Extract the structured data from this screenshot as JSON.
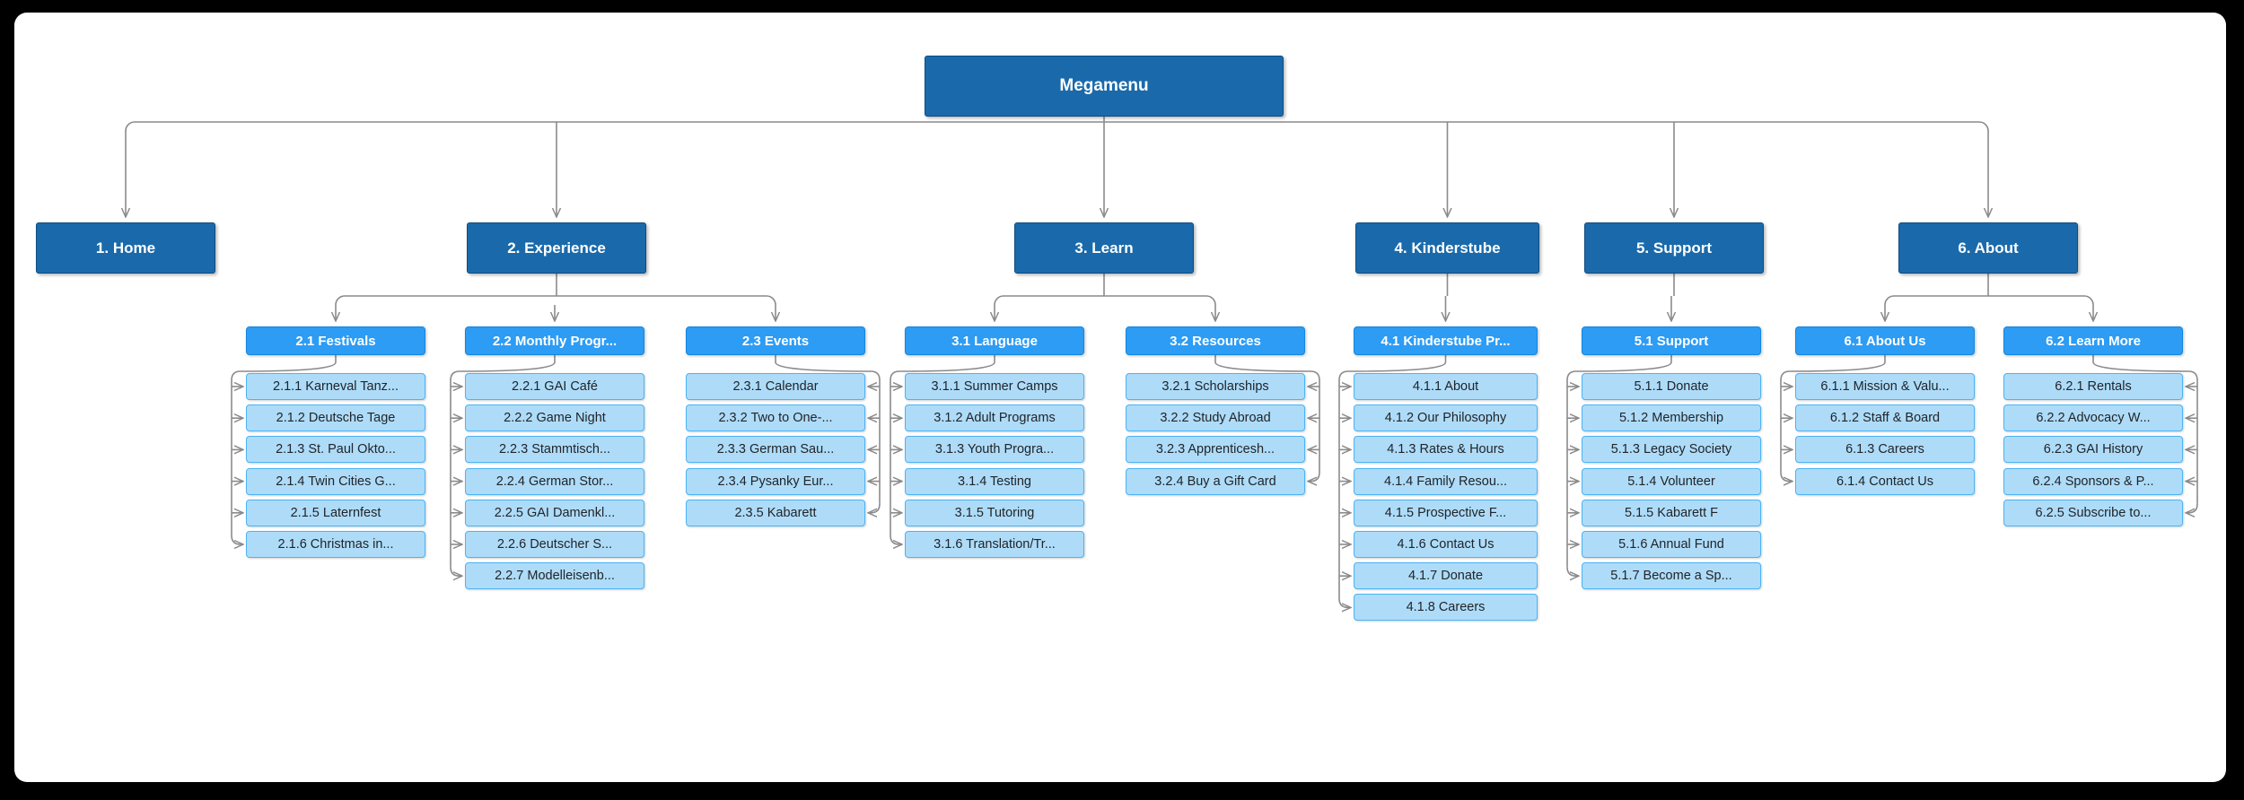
{
  "diagram": {
    "title": "Megamenu sitemap",
    "colors": {
      "background": "#000000",
      "paper": "#ffffff",
      "level0_fill": "#1A6AAB",
      "level0_stroke": "#0E4C80",
      "level1_fill": "#1A6AAB",
      "level2_fill": "#2C9CF5",
      "level2_stroke": "#1486E0",
      "leaf_fill": "#AEDCF8",
      "leaf_stroke": "#4BB3F7",
      "connector": "#8A8A8A",
      "level_text_light": "#FFFFFF",
      "leaf_text": "#21242A"
    }
  },
  "root": {
    "label": "Megamenu"
  },
  "sections": [
    {
      "label": "1. Home",
      "groups": []
    },
    {
      "label": "2. Experience",
      "groups": [
        {
          "label": "2.1 Festivals",
          "items": [
            "2.1.1 Karneval Tanz...",
            "2.1.2 Deutsche Tage",
            "2.1.3 St. Paul Okto...",
            "2.1.4 Twin Cities G...",
            "2.1.5 Laternfest",
            "2.1.6 Christmas in..."
          ]
        },
        {
          "label": "2.2 Monthly Progr...",
          "items": [
            "2.2.1 GAI Café",
            "2.2.2 Game Night",
            "2.2.3 Stammtisch...",
            "2.2.4 German Stor...",
            "2.2.5 GAI Damenkl...",
            "2.2.6 Deutscher S...",
            "2.2.7 Modelleisenb..."
          ]
        },
        {
          "label": "2.3 Events",
          "items": [
            "2.3.1 Calendar",
            "2.3.2 Two to One-...",
            "2.3.3 German Sau...",
            "2.3.4 Pysanky Eur...",
            "2.3.5 Kabarett"
          ]
        }
      ]
    },
    {
      "label": "3. Learn",
      "groups": [
        {
          "label": "3.1 Language",
          "items": [
            "3.1.1 Summer Camps",
            "3.1.2 Adult Programs",
            "3.1.3 Youth Progra...",
            "3.1.4 Testing",
            "3.1.5 Tutoring",
            "3.1.6 Translation/Tr..."
          ]
        },
        {
          "label": "3.2 Resources",
          "items": [
            "3.2.1 Scholarships",
            "3.2.2 Study Abroad",
            "3.2.3 Apprenticesh...",
            "3.2.4 Buy a Gift Card"
          ]
        }
      ]
    },
    {
      "label": "4. Kinderstube",
      "groups": [
        {
          "label": "4.1 Kinderstube Pr...",
          "items": [
            "4.1.1 About",
            "4.1.2 Our Philosophy",
            "4.1.3 Rates & Hours",
            "4.1.4 Family Resou...",
            "4.1.5 Prospective F...",
            "4.1.6 Contact Us",
            "4.1.7 Donate",
            "4.1.8 Careers"
          ]
        }
      ]
    },
    {
      "label": "5. Support",
      "groups": [
        {
          "label": "5.1 Support",
          "items": [
            "5.1.1 Donate",
            "5.1.2 Membership",
            "5.1.3 Legacy Society",
            "5.1.4 Volunteer",
            "5.1.5 Kabarett F",
            "5.1.6 Annual Fund",
            "5.1.7 Become a Sp..."
          ]
        }
      ]
    },
    {
      "label": "6. About",
      "groups": [
        {
          "label": "6.1 About Us",
          "items": [
            "6.1.1 Mission & Valu...",
            "6.1.2 Staff & Board",
            "6.1.3 Careers",
            "6.1.4 Contact Us"
          ]
        },
        {
          "label": "6.2 Learn More",
          "items": [
            "6.2.1 Rentals",
            "6.2.2 Advocacy W...",
            "6.2.3 GAI History",
            "6.2.4 Sponsors & P...",
            "6.2.5 Subscribe to..."
          ]
        }
      ]
    }
  ]
}
